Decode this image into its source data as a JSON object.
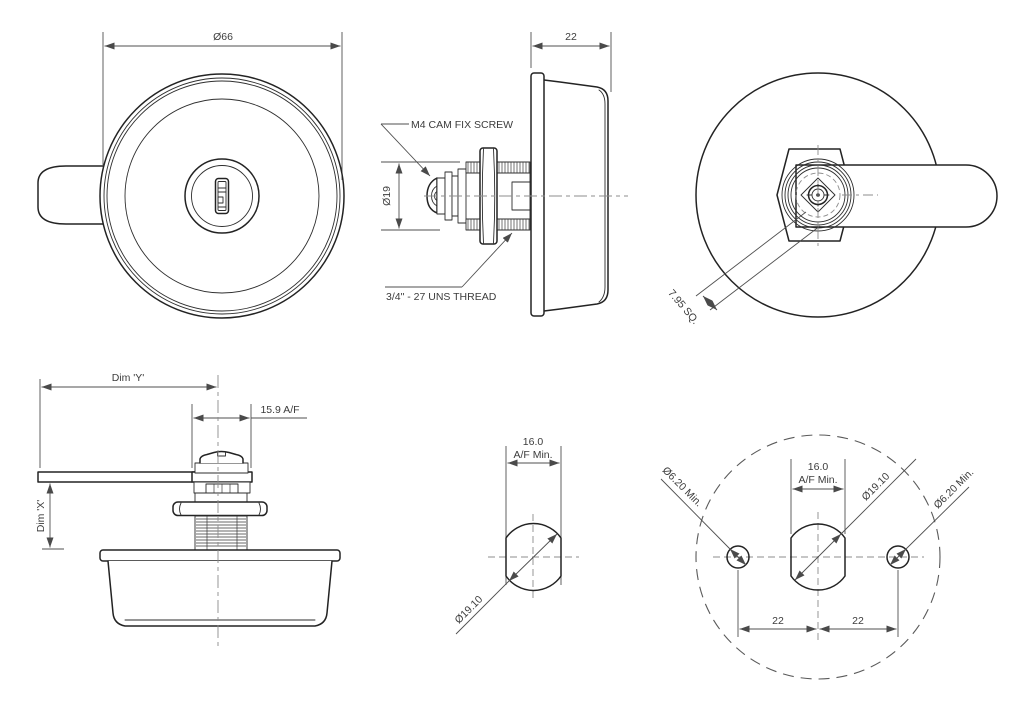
{
  "colors": {
    "background": "#ffffff",
    "part_line": "#232323",
    "dimension_line": "#4f4f4f",
    "centerline": "#8c8c8c",
    "text": "#3c3c3c"
  },
  "views": {
    "front": {
      "dia": "Ø66"
    },
    "side": {
      "width": "22",
      "cam_screw": "M4 CAM FIX SCREW",
      "barrel_dia": "Ø19",
      "thread": "3/4\" - 27 UNS THREAD"
    },
    "back": {
      "square": "7.95 SQ."
    },
    "installed": {
      "dim_y": "Dim 'Y'",
      "af": "15.9 A/F",
      "dim_x": "Dim 'X'"
    },
    "cutout": {
      "af_value": "16.0",
      "af_min": "A/F Min.",
      "dia": "Ø19.10"
    },
    "template": {
      "af_value": "16.0",
      "af_min": "A/F Min.",
      "dia": "Ø19.10",
      "hole_left": "Ø6.20 Min.",
      "hole_right": "Ø6.20 Min.",
      "spacing_left": "22",
      "spacing_right": "22"
    }
  }
}
